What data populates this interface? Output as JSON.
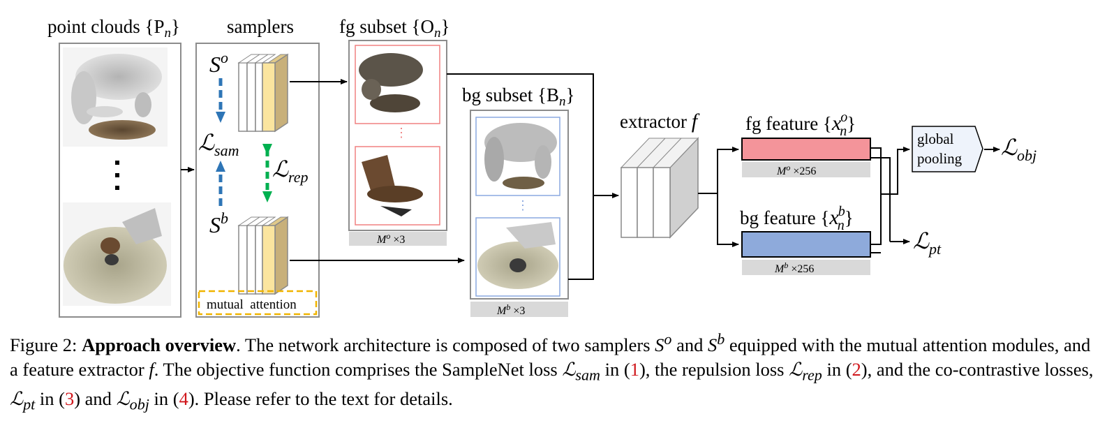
{
  "figure": {
    "labels": {
      "point_clouds": "point clouds {P",
      "point_clouds_sub": "n",
      "point_clouds_close": "}",
      "samplers": "samplers",
      "fg_subset": "fg subset {O",
      "fg_subset_sub": "n",
      "fg_subset_close": "}",
      "bg_subset": "bg subset {B",
      "bg_subset_sub": "n",
      "bg_subset_close": "}",
      "extractor": "extractor ",
      "extractor_f": "f",
      "fg_feature": "fg feature {",
      "fg_feature_x": "x",
      "fg_feature_sup": "o",
      "fg_feature_sub": "n",
      "fg_feature_close": "}",
      "bg_feature": "bg feature {",
      "bg_feature_x": "x",
      "bg_feature_sup": "b",
      "bg_feature_sub": "n",
      "bg_feature_close": "}",
      "sampler_fg": "S",
      "sampler_fg_sup": "o",
      "sampler_bg": "S",
      "sampler_bg_sup": "b",
      "loss_sam": "ℒ",
      "loss_sam_sub": "sam",
      "loss_rep": "ℒ",
      "loss_rep_sub": "rep",
      "loss_obj": "ℒ",
      "loss_obj_sub": "obj",
      "loss_pt": "ℒ",
      "loss_pt_sub": "pt",
      "mutual_attention": "mutual  attention",
      "global_pooling_1": "global",
      "global_pooling_2": "pooling",
      "fg_dim_M": "M",
      "fg_dim_sup": "o",
      "fg_dim_rest": " ×3",
      "bg_dim_M": "M",
      "bg_dim_sup": "b",
      "bg_dim_rest": " ×3",
      "fg_feat_dim_M": "M",
      "fg_feat_dim_sup": "o",
      "fg_feat_dim_rest": " ×256",
      "bg_feat_dim_M": "M",
      "bg_feat_dim_sup": "b",
      "bg_feat_dim_rest": " ×256"
    },
    "colors": {
      "fg_feature_bar": "#f4949a",
      "bg_feature_bar": "#8eaadb",
      "sampler_accent": "#fbe59f",
      "sampler_back": "#c8b07a",
      "blue_arrow": "#2e75b6",
      "green_arrow": "#00b050",
      "fg_frame": "#f08080",
      "bg_frame": "#8aa8e0",
      "attention_border": "#f0b400",
      "pooling_fill": "#eef3fb"
    }
  },
  "caption": {
    "prefix": "Figure 2: ",
    "bold": "Approach overview",
    "t1": ". The network architecture is composed of two samplers ",
    "s": "S",
    "so": "o",
    "t2": " and ",
    "sb": "b",
    "t3": " equipped with the mutual attention modules, and a feature extractor ",
    "f": "f",
    "t4": ". The objective function comprises the SampleNet loss ",
    "L": "ℒ",
    "sam": "sam",
    "in_open": " in (",
    "ref1": "1",
    "t5": "), the repulsion loss ",
    "rep": "rep",
    "ref2": "2",
    "t6": "), and the co-contrastive losses, ",
    "pt": "pt",
    "ref3": "3",
    "t7": ") and ",
    "obj": "obj",
    "ref4": "4",
    "t8": "). Please refer to the text for details."
  }
}
